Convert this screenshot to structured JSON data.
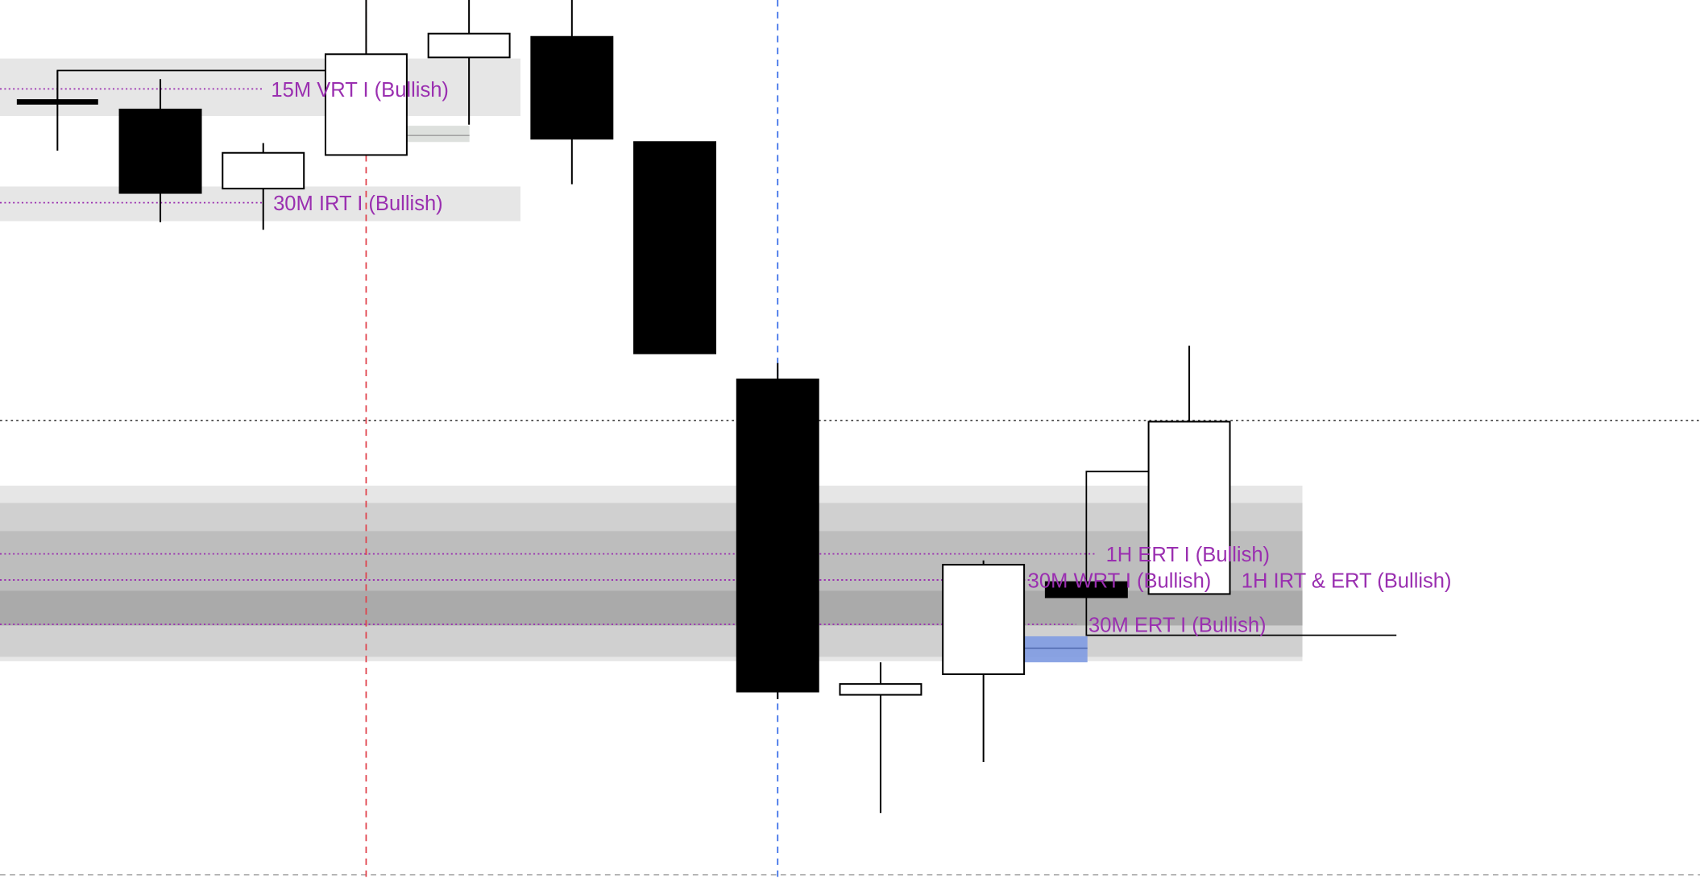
{
  "chart_data": {
    "type": "candlestick",
    "title": "",
    "xlabel": "",
    "ylabel": "",
    "ylim": [
      19,
      100
    ],
    "grid": false,
    "colors": {
      "bull": "#ffffff",
      "bear": "#000000",
      "label": "#9a2fb0",
      "red_marker": "#e0404a",
      "blue_marker": "#3a6ee8"
    },
    "candles": [
      {
        "o": 90.6,
        "h": 93.5,
        "l": 86.1,
        "c": 90.6
      },
      {
        "o": 89.9,
        "h": 92.7,
        "l": 79.5,
        "c": 82.2
      },
      {
        "o": 82.6,
        "h": 86.8,
        "l": 78.8,
        "c": 85.9
      },
      {
        "o": 85.7,
        "h": 102,
        "l": 85.7,
        "c": 95.0
      },
      {
        "o": 94.7,
        "h": 102,
        "l": 88.5,
        "c": 96.9
      },
      {
        "o": 96.6,
        "h": 102,
        "l": 83.0,
        "c": 87.2
      },
      {
        "o": 86.9,
        "h": 86.9,
        "l": 67.4,
        "c": 67.4
      },
      {
        "o": 65.0,
        "h": 66.5,
        "l": 35.5,
        "c": 36.2
      },
      {
        "o": 35.9,
        "h": 38.9,
        "l": 25.0,
        "c": 36.9
      },
      {
        "o": 37.8,
        "h": 48.3,
        "l": 29.7,
        "c": 47.9
      },
      {
        "o": 46.3,
        "h": 46.3,
        "l": 44.9,
        "c": 44.9
      },
      {
        "o": 45.2,
        "h": 68.1,
        "l": 45.2,
        "c": 61.1
      }
    ],
    "zones": [
      {
        "from": 89.3,
        "to": 94.6,
        "x_end": 4.5,
        "shade": "#e6e6e6"
      },
      {
        "from": 79.6,
        "to": 82.8,
        "x_end": 4.5,
        "shade": "#e6e6e6"
      },
      {
        "from": 39.0,
        "to": 55.2,
        "x_end": 12.1,
        "shade": "#e6e6e6"
      },
      {
        "from": 39.4,
        "to": 53.6,
        "x_end": 12.1,
        "shade": "#d0d0d0"
      },
      {
        "from": 42.3,
        "to": 51.0,
        "x_end": 12.1,
        "shade": "#bdbdbd"
      },
      {
        "from": 42.3,
        "to": 45.5,
        "x_end": 12.1,
        "shade": "#aaaaaa"
      }
    ],
    "levels": [
      {
        "label": "15M VRT I (Bullish)",
        "price": 91.8,
        "x_end": 2.0
      },
      {
        "label": "30M IRT I (Bullish)",
        "price": 81.3,
        "x_end": 2.0
      },
      {
        "label": "1H ERT I (Bullish)",
        "price": 48.9,
        "x_end": 10.1
      },
      {
        "label": "30M WRT I (Bullish)",
        "price": 46.5,
        "x_end": 9.5
      },
      {
        "label": "1H IRT & ERT (Bullish)",
        "price": 46.5,
        "x_end": 9.5
      },
      {
        "label": "30M ERT I (Bullish)",
        "price": 42.4,
        "x_end": 9.9
      }
    ],
    "current_price": 61.2,
    "red_marker_index": 3,
    "blue_marker_index": 7
  }
}
